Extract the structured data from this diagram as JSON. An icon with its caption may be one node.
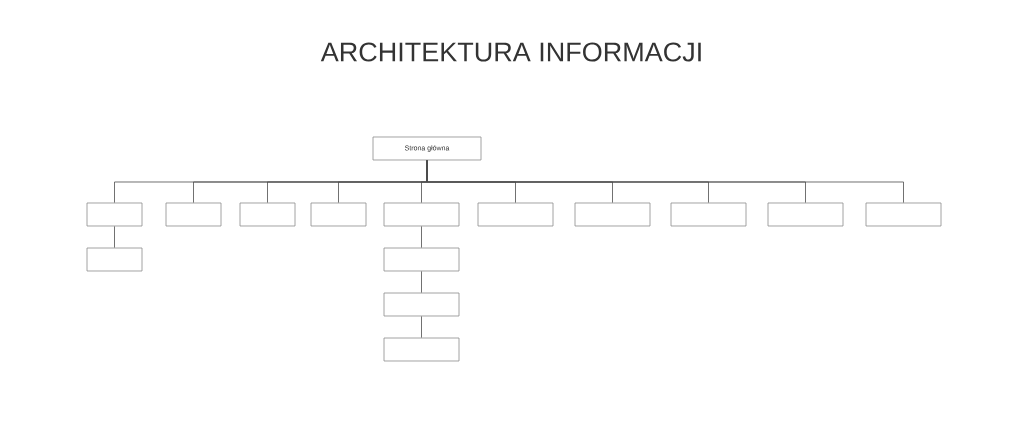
{
  "diagram": {
    "title": "ARCHITEKTURA INFORMACJI",
    "nodes": [
      {
        "text": [
          "Strona główna"
        ]
      },
      {
        "text": [],
        "shape": "box"
      },
      {
        "text": [],
        "shape": "box"
      },
      {
        "text": [],
        "shape": "box"
      },
      {
        "text": [],
        "shape": "box"
      },
      {
        "text": [],
        "shape": "box"
      },
      {
        "text": [],
        "shape": "box"
      },
      {
        "text": [],
        "shape": "box"
      },
      {
        "text": [],
        "shape": "box"
      },
      {
        "text": [],
        "shape": "box"
      },
      {
        "text": [],
        "shape": "box"
      },
      {
        "text": [],
        "shape": "box"
      },
      {
        "text": [],
        "shape": "box"
      },
      {
        "text": [],
        "shape": "box"
      },
      {
        "text": [],
        "shape": "box"
      }
    ],
    "edges": [
      {
        "from": 0,
        "to": 1,
        "arrow": "none"
      },
      {
        "from": 0,
        "to": 2,
        "arrow": "none"
      },
      {
        "from": 0,
        "to": 3,
        "arrow": "none"
      },
      {
        "from": 0,
        "to": 4,
        "arrow": "none"
      },
      {
        "from": 0,
        "to": 5,
        "arrow": "none"
      },
      {
        "from": 0,
        "to": 6,
        "arrow": "none"
      },
      {
        "from": 0,
        "to": 7,
        "arrow": "none"
      },
      {
        "from": 0,
        "to": 8,
        "arrow": "none"
      },
      {
        "from": 0,
        "to": 9,
        "arrow": "none"
      },
      {
        "from": 0,
        "to": 10,
        "arrow": "none"
      },
      {
        "from": 1,
        "to": 11,
        "arrow": "none"
      },
      {
        "from": 5,
        "to": 12,
        "arrow": "none"
      },
      {
        "from": 12,
        "to": 13,
        "arrow": "none"
      },
      {
        "from": 13,
        "to": 14,
        "arrow": "none"
      }
    ]
  }
}
